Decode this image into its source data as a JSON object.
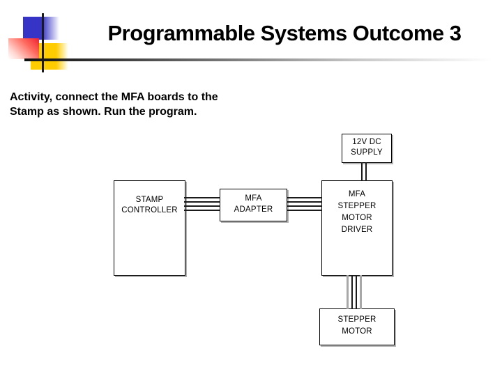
{
  "slide": {
    "title": "Programmable Systems Outcome 3",
    "body_lines": [
      "Activity, connect the MFA boards to the",
      "Stamp as shown. Run the program."
    ]
  },
  "diagram": {
    "boxes": {
      "supply": {
        "lines": [
          "12V DC",
          "SUPPLY"
        ]
      },
      "controller": {
        "lines": [
          "STAMP",
          "CONTROLLER"
        ]
      },
      "adapter": {
        "lines": [
          "MFA",
          "ADAPTER"
        ]
      },
      "driver": {
        "lines": [
          "MFA",
          "STEPPER",
          "MOTOR",
          "DRIVER"
        ]
      },
      "motor": {
        "lines": [
          "STEPPER",
          "MOTOR"
        ]
      }
    },
    "connections": [
      {
        "from": "stamp-controller",
        "to": "mfa-adapter",
        "wires": 4,
        "wire_colors": [
          "#1a1a1a",
          "#1a1a1a",
          "#1a1a1a",
          "#1a1a1a"
        ]
      },
      {
        "from": "mfa-adapter",
        "to": "mfa-stepper-motor-driver",
        "wires": 4,
        "wire_colors": [
          "#1a1a1a",
          "#1a1a1a",
          "#1a1a1a",
          "#1a1a1a"
        ]
      },
      {
        "from": "12v-dc-supply",
        "to": "mfa-stepper-motor-driver",
        "wires": 2,
        "wire_colors": [
          "#1a1a1a",
          "#1a1a1a"
        ]
      },
      {
        "from": "mfa-stepper-motor-driver",
        "to": "stepper-motor",
        "wires": 4,
        "wire_colors": [
          "#a8a8a8",
          "#1a1a1a",
          "#1a1a1a",
          "#a8a8a8"
        ]
      }
    ]
  },
  "decor": {
    "colors": {
      "blue_square": "#3634c6",
      "yellow_square": "#ffcc00",
      "red_square": "#ee2130",
      "cross_lines": "#1a1a1a",
      "underline_bar_start": "#101010",
      "underline_bar_end": "#ffffff",
      "box_shadow": "#b3b3b3"
    }
  }
}
